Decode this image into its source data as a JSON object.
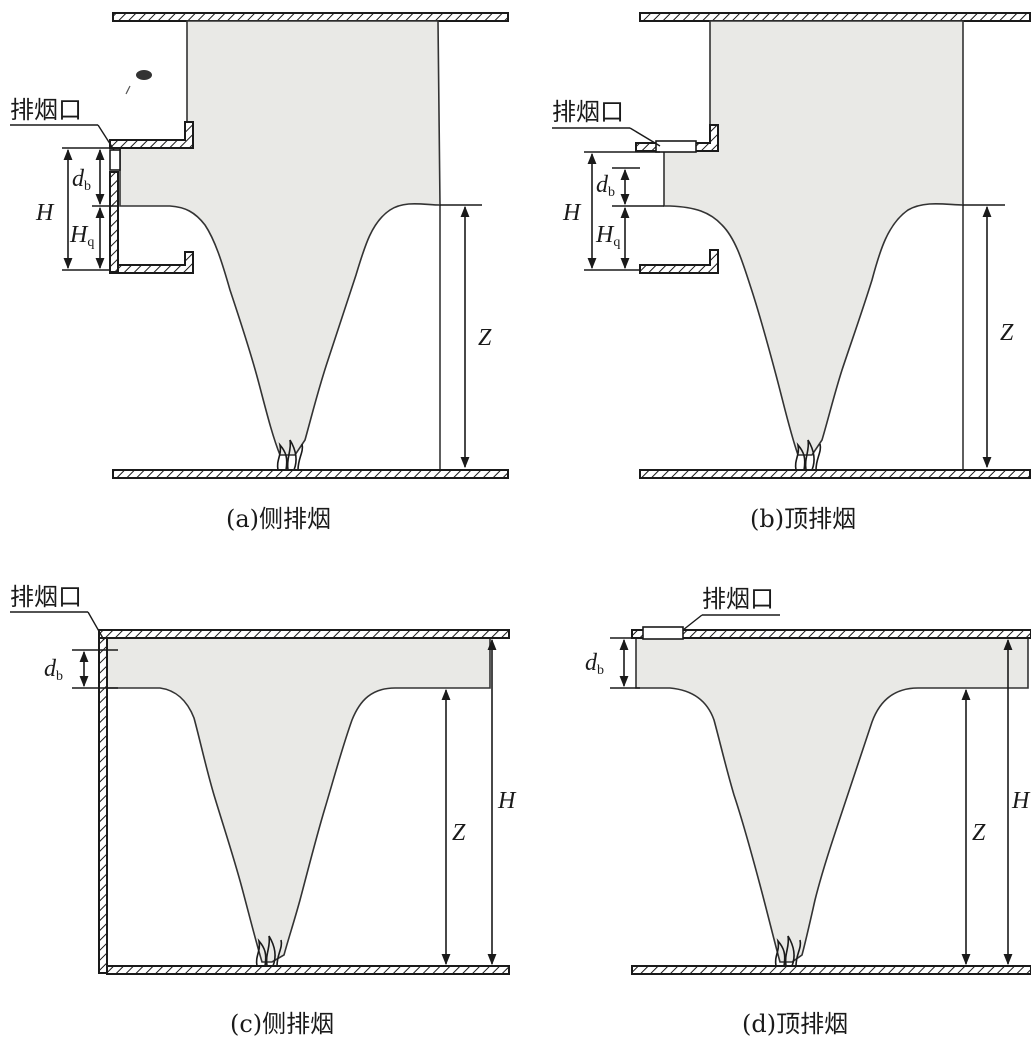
{
  "panels": {
    "a": {
      "caption": "(a)侧排烟",
      "outlet_label": "排烟口",
      "db": "d",
      "db_sub": "b",
      "H": "H",
      "Hq": "H",
      "Hq_sub": "q",
      "Z": "Z"
    },
    "b": {
      "caption": "(b)顶排烟",
      "outlet_label": "排烟口",
      "db": "d",
      "db_sub": "b",
      "H": "H",
      "Hq": "H",
      "Hq_sub": "q",
      "Z": "Z"
    },
    "c": {
      "caption": "(c)侧排烟",
      "outlet_label": "排烟口",
      "db": "d",
      "db_sub": "b",
      "Z": "Z",
      "H": "H"
    },
    "d": {
      "caption": "(d)顶排烟",
      "outlet_label": "排烟口",
      "db": "d",
      "db_sub": "b",
      "Z": "Z",
      "H": "H"
    }
  }
}
